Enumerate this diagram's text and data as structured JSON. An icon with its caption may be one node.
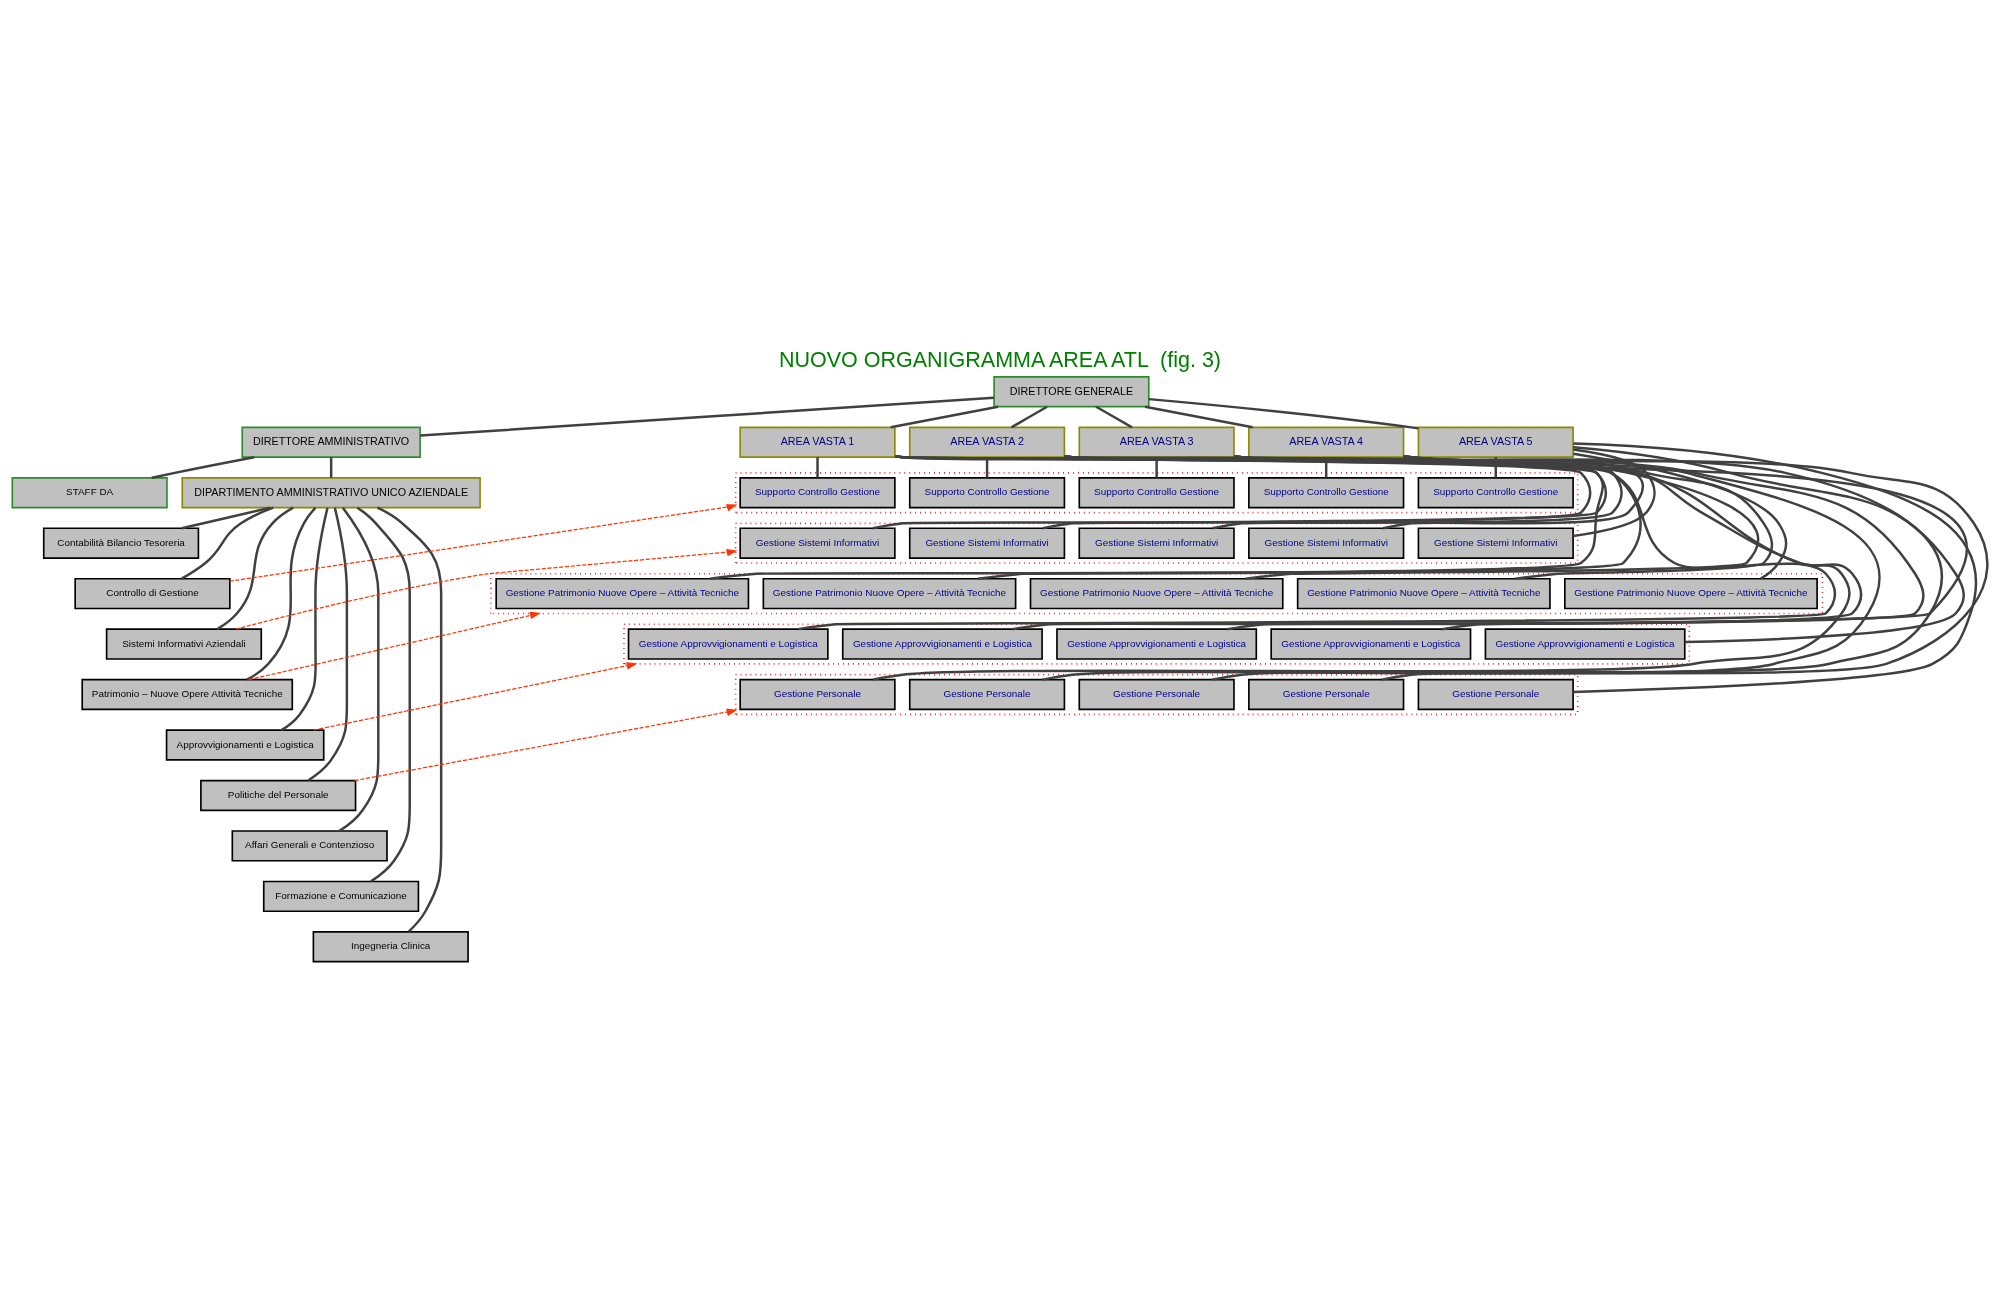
{
  "diagram": {
    "title": "NUOVO ORGANIGRAMMA AREA ATL  (fig. 3)",
    "nodes": [
      {
        "text": [
          "DIRETTORE GENERALE"
        ]
      },
      {
        "text": [
          "DIRETTORE AMMINISTRATIVO"
        ]
      },
      {
        "text": [
          "STAFF DA"
        ]
      },
      {
        "text": [
          "DIPARTIMENTO AMMINISTRATIVO UNICO AZIENDALE"
        ]
      },
      {
        "text": [
          "Contabilità Bilancio Tesoreria"
        ]
      },
      {
        "text": [
          "Controllo di Gestione"
        ]
      },
      {
        "text": [
          "Sistemi Informativi Aziendali"
        ]
      },
      {
        "text": [
          "Patrimonio – Nuove Opere Attività Tecniche"
        ]
      },
      {
        "text": [
          "Approvvigionamenti e Logistica"
        ]
      },
      {
        "text": [
          "Politiche del Personale"
        ]
      },
      {
        "text": [
          "Affari Generali e Contenzioso"
        ]
      },
      {
        "text": [
          "Formazione e Comunicazione"
        ]
      },
      {
        "text": [
          "Ingegneria Clinica"
        ]
      },
      {
        "text": [
          "AREA VASTA 1"
        ]
      },
      {
        "text": [
          "AREA VASTA 2"
        ]
      },
      {
        "text": [
          "AREA VASTA 3"
        ]
      },
      {
        "text": [
          "AREA VASTA 4"
        ]
      },
      {
        "text": [
          "AREA VASTA 5"
        ]
      },
      {
        "text": [],
        "shape": "box"
      },
      {
        "text": [
          "Supporto Controllo Gestione"
        ],
        "in": 18
      },
      {
        "text": [
          "Supporto Controllo Gestione"
        ],
        "in": 18
      },
      {
        "text": [
          "Supporto Controllo Gestione"
        ],
        "in": 18
      },
      {
        "text": [
          "Supporto Controllo Gestione"
        ],
        "in": 18
      },
      {
        "text": [
          "Supporto Controllo Gestione"
        ],
        "in": 18
      },
      {
        "text": [],
        "shape": "box"
      },
      {
        "text": [
          "Gestione Sistemi Informativi"
        ],
        "in": 24
      },
      {
        "text": [
          "Gestione Sistemi Informativi"
        ],
        "in": 24
      },
      {
        "text": [
          "Gestione Sistemi Informativi"
        ],
        "in": 24
      },
      {
        "text": [
          "Gestione Sistemi Informativi"
        ],
        "in": 24
      },
      {
        "text": [
          "Gestione Sistemi Informativi"
        ],
        "in": 24
      },
      {
        "text": [],
        "shape": "box"
      },
      {
        "text": [
          "Gestione Patrimonio Nuove Opere – Attività Tecniche"
        ],
        "in": 30
      },
      {
        "text": [
          "Gestione Patrimonio Nuove Opere – Attività Tecniche"
        ],
        "in": 30
      },
      {
        "text": [
          "Gestione Patrimonio Nuove Opere – Attività Tecniche"
        ],
        "in": 30
      },
      {
        "text": [
          "Gestione Patrimonio Nuove Opere – Attività Tecniche"
        ],
        "in": 30
      },
      {
        "text": [
          "Gestione Patrimonio Nuove Opere – Attività Tecniche"
        ],
        "in": 30
      },
      {
        "text": [],
        "shape": "box"
      },
      {
        "text": [
          "Gestione Approvvigionamenti e Logistica"
        ],
        "in": 36
      },
      {
        "text": [
          "Gestione Approvvigionamenti e Logistica"
        ],
        "in": 36
      },
      {
        "text": [
          "Gestione Approvvigionamenti e Logistica"
        ],
        "in": 36
      },
      {
        "text": [
          "Gestione Approvvigionamenti e Logistica"
        ],
        "in": 36
      },
      {
        "text": [
          "Gestione Approvvigionamenti e Logistica"
        ],
        "in": 36
      },
      {
        "text": [],
        "shape": "box"
      },
      {
        "text": [
          "Gestione Personale"
        ],
        "in": 42
      },
      {
        "text": [
          "Gestione Personale"
        ],
        "in": 42
      },
      {
        "text": [
          "Gestione Personale"
        ],
        "in": 42
      },
      {
        "text": [
          "Gestione Personale"
        ],
        "in": 42
      },
      {
        "text": [
          "Gestione Personale"
        ],
        "in": 42
      }
    ],
    "edges": [
      {
        "from": 0,
        "to": 1,
        "arrow": "none"
      },
      {
        "from": 1,
        "to": 2,
        "arrow": "none"
      },
      {
        "from": 1,
        "to": 3,
        "arrow": "none"
      },
      {
        "from": 3,
        "to": 4,
        "arrow": "none"
      },
      {
        "from": 3,
        "to": 5,
        "arrow": "none"
      },
      {
        "from": 3,
        "to": 6,
        "arrow": "none"
      },
      {
        "from": 3,
        "to": 7,
        "arrow": "none"
      },
      {
        "from": 3,
        "to": 8,
        "arrow": "none"
      },
      {
        "from": 3,
        "to": 9,
        "arrow": "none"
      },
      {
        "from": 3,
        "to": 10,
        "arrow": "none"
      },
      {
        "from": 3,
        "to": 11,
        "arrow": "none"
      },
      {
        "from": 3,
        "to": 12,
        "arrow": "none"
      },
      {
        "from": 0,
        "to": 13,
        "arrow": "none"
      },
      {
        "from": 0,
        "to": 14,
        "arrow": "none"
      },
      {
        "from": 0,
        "to": 15,
        "arrow": "none"
      },
      {
        "from": 0,
        "to": 16,
        "arrow": "none"
      },
      {
        "from": 0,
        "to": 17,
        "arrow": "none"
      },
      {
        "from": 13,
        "to": 19,
        "arrow": "none"
      },
      {
        "from": 13,
        "to": 25,
        "arrow": "none"
      },
      {
        "from": 13,
        "to": 31,
        "arrow": "none"
      },
      {
        "from": 13,
        "to": 37,
        "arrow": "none"
      },
      {
        "from": 13,
        "to": 43,
        "arrow": "none"
      },
      {
        "from": 14,
        "to": 20,
        "arrow": "none"
      },
      {
        "from": 14,
        "to": 26,
        "arrow": "none"
      },
      {
        "from": 14,
        "to": 32,
        "arrow": "none"
      },
      {
        "from": 14,
        "to": 38,
        "arrow": "none"
      },
      {
        "from": 14,
        "to": 44,
        "arrow": "none"
      },
      {
        "from": 15,
        "to": 21,
        "arrow": "none"
      },
      {
        "from": 15,
        "to": 27,
        "arrow": "none"
      },
      {
        "from": 15,
        "to": 33,
        "arrow": "none"
      },
      {
        "from": 15,
        "to": 39,
        "arrow": "none"
      },
      {
        "from": 15,
        "to": 45,
        "arrow": "none"
      },
      {
        "from": 16,
        "to": 22,
        "arrow": "none"
      },
      {
        "from": 16,
        "to": 28,
        "arrow": "none"
      },
      {
        "from": 16,
        "to": 34,
        "arrow": "none"
      },
      {
        "from": 16,
        "to": 40,
        "arrow": "none"
      },
      {
        "from": 16,
        "to": 46,
        "arrow": "none"
      },
      {
        "from": 17,
        "to": 23,
        "arrow": "none"
      },
      {
        "from": 17,
        "to": 29,
        "arrow": "none"
      },
      {
        "from": 17,
        "to": 35,
        "arrow": "none"
      },
      {
        "from": 17,
        "to": 41,
        "arrow": "none"
      },
      {
        "from": 17,
        "to": 47,
        "arrow": "none"
      },
      {
        "from": 5,
        "to": 18,
        "arrow": "to",
        "style": "dashed",
        "color": "#ff3300"
      },
      {
        "from": 6,
        "to": 24,
        "arrow": "to",
        "style": "dashed",
        "color": "#ff3300"
      },
      {
        "from": 7,
        "to": 30,
        "arrow": "to",
        "style": "dashed",
        "color": "#ff3300"
      },
      {
        "from": 8,
        "to": 36,
        "arrow": "to",
        "style": "dashed",
        "color": "#ff3300"
      },
      {
        "from": 9,
        "to": 42,
        "arrow": "to",
        "style": "dashed",
        "color": "#ff3300"
      }
    ]
  }
}
